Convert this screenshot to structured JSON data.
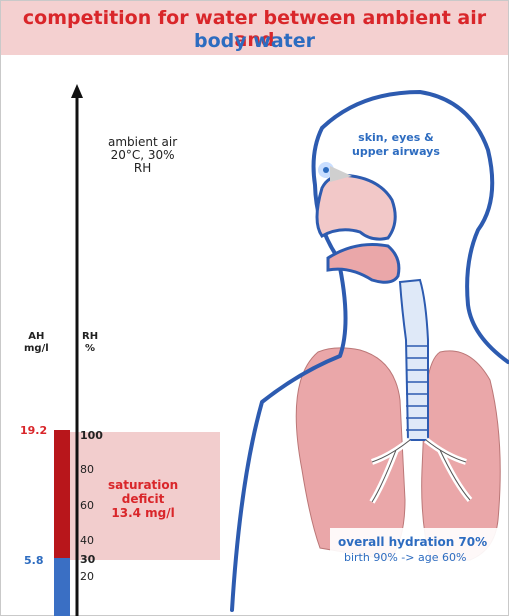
{
  "title": {
    "line1": "competition for water between ambient air and",
    "line2": "body water"
  },
  "ambient": {
    "line1": "ambient air",
    "line2": "20°C, 30%",
    "line3": "RH"
  },
  "axes": {
    "ah_label": "AH",
    "ah_unit": "mg/l",
    "rh_label": "RH",
    "rh_unit": "%"
  },
  "ah_values": {
    "high": "19.2",
    "low": "5.8"
  },
  "rh_ticks": [
    "100",
    "80",
    "60",
    "40",
    "30",
    "20"
  ],
  "saturation": {
    "line1": "saturation",
    "line2": "deficit",
    "line3": "13.4 mg/l"
  },
  "skin": {
    "line1": "skin, eyes &",
    "line2": "upper airways"
  },
  "hydration": {
    "line1": "overall hydration 70%",
    "line2": "birth 90% -> age 60%"
  },
  "colors": {
    "red": "#d9262a",
    "dark_red": "#b8161b",
    "blue": "#2d6cc0",
    "pink_band": "#f4d0d0",
    "lung_pink": "#eaa7a9"
  }
}
